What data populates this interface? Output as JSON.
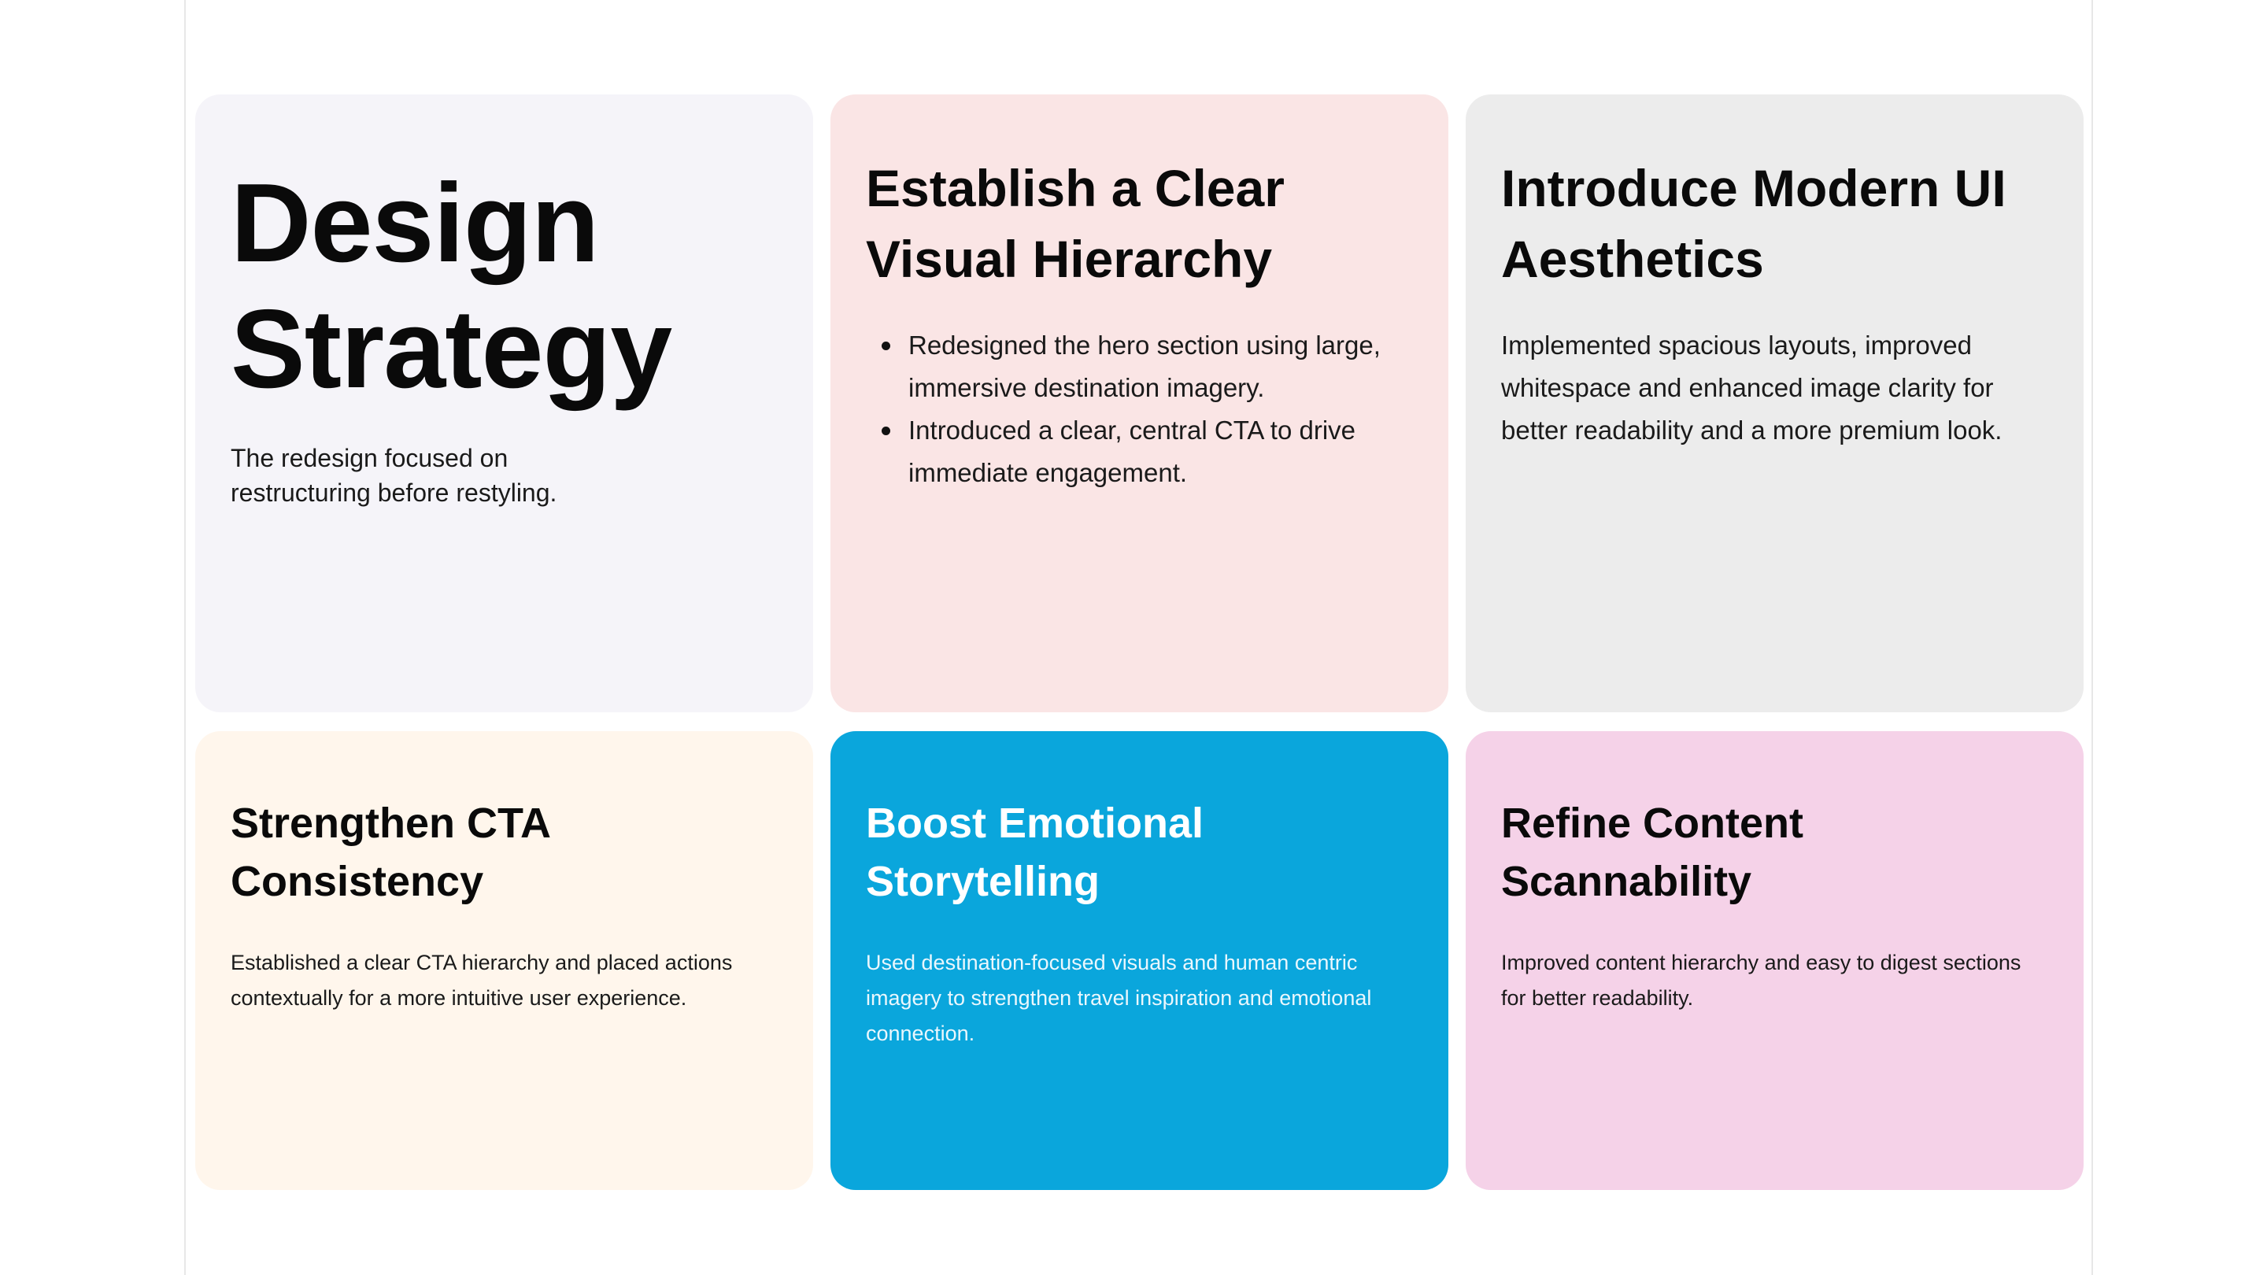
{
  "colors": {
    "card_lavender": "#f5f4f9",
    "card_pink": "#fae5e5",
    "card_grey": "#ececec",
    "card_cream": "#fff6ec",
    "card_blue": "#0aa6dc",
    "card_magenta": "#f5d2e8"
  },
  "intro": {
    "title_line1": "Design",
    "title_line2": "Strategy",
    "subtitle": "The redesign focused on restructuring before restyling."
  },
  "cards": [
    {
      "title_line1": "Establish a Clear",
      "title_line2": "Visual Hierarchy",
      "bullets": [
        "Redesigned the hero section using large, immersive destination imagery.",
        "Introduced a clear, central CTA to drive immediate engagement."
      ]
    },
    {
      "title_line1": "Introduce Modern UI",
      "title_line2": "Aesthetics",
      "body": "Implemented spacious layouts, improved whitespace and enhanced image clarity for better readability and a more premium look."
    },
    {
      "title_line1": "Strengthen CTA",
      "title_line2": "Consistency",
      "body": "Established a clear CTA hierarchy and placed actions contextually for a more intuitive user experience."
    },
    {
      "title_line1": "Boost Emotional",
      "title_line2": "Storytelling",
      "body": "Used destination-focused visuals and human centric imagery to strengthen travel inspiration and emotional connection."
    },
    {
      "title_line1": "Refine Content",
      "title_line2": "Scannability",
      "body": "Improved content hierarchy and  easy to digest sections for better readability."
    }
  ]
}
